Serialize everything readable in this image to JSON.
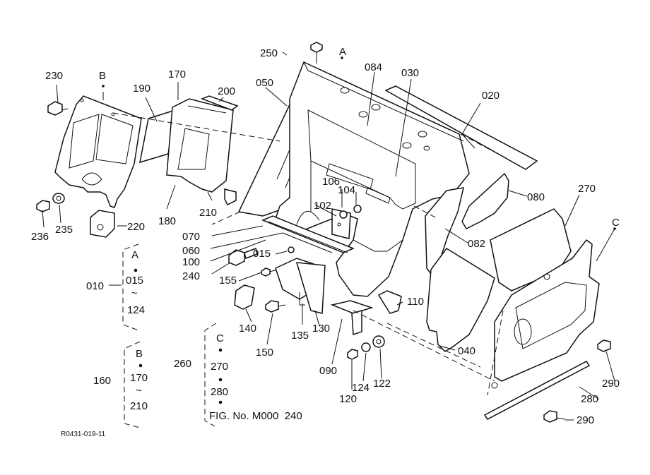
{
  "callouts": [
    {
      "id": "c230",
      "text": "230"
    },
    {
      "id": "cB1",
      "text": "B"
    },
    {
      "id": "c190",
      "text": "190"
    },
    {
      "id": "c170",
      "text": "170"
    },
    {
      "id": "c200",
      "text": "200"
    },
    {
      "id": "c250",
      "text": "250"
    },
    {
      "id": "cA1",
      "text": "A"
    },
    {
      "id": "c084",
      "text": "084"
    },
    {
      "id": "c030",
      "text": "030"
    },
    {
      "id": "c050",
      "text": "050"
    },
    {
      "id": "c020",
      "text": "020"
    },
    {
      "id": "c080",
      "text": "080"
    },
    {
      "id": "c270",
      "text": "270"
    },
    {
      "id": "cC1",
      "text": "C"
    },
    {
      "id": "c106",
      "text": "106"
    },
    {
      "id": "c104",
      "text": "104"
    },
    {
      "id": "c102",
      "text": "102"
    },
    {
      "id": "c180",
      "text": "180"
    },
    {
      "id": "c210",
      "text": "210"
    },
    {
      "id": "c236",
      "text": "236"
    },
    {
      "id": "c235",
      "text": "235"
    },
    {
      "id": "c220",
      "text": "220"
    },
    {
      "id": "c070",
      "text": "070"
    },
    {
      "id": "c060",
      "text": "060"
    },
    {
      "id": "c100",
      "text": "100"
    },
    {
      "id": "c015",
      "text": "015"
    },
    {
      "id": "c240",
      "text": "240"
    },
    {
      "id": "c082",
      "text": "082"
    },
    {
      "id": "c155",
      "text": "155"
    },
    {
      "id": "c110",
      "text": "110"
    },
    {
      "id": "c140",
      "text": "140"
    },
    {
      "id": "c135",
      "text": "135"
    },
    {
      "id": "c130",
      "text": "130"
    },
    {
      "id": "c150",
      "text": "150"
    },
    {
      "id": "c040",
      "text": "040"
    },
    {
      "id": "c090",
      "text": "090"
    },
    {
      "id": "c124",
      "text": "124"
    },
    {
      "id": "c122",
      "text": "122"
    },
    {
      "id": "c120",
      "text": "120"
    },
    {
      "id": "c290a",
      "text": "290"
    },
    {
      "id": "c280",
      "text": "280"
    },
    {
      "id": "c290b",
      "text": "290"
    }
  ],
  "groups": {
    "g010": {
      "label": "010",
      "top": "A",
      "mid": "015",
      "tilde": "~",
      "bot": "124"
    },
    "g160": {
      "label": "160",
      "top": "B",
      "mid": "170",
      "tilde": "~",
      "bot": "210"
    },
    "g260": {
      "label": "260",
      "top": "C",
      "mid": "270",
      "mid2": "280",
      "ref": "FIG. No. M000  240"
    }
  },
  "drawing_code": "R0431-019-11"
}
